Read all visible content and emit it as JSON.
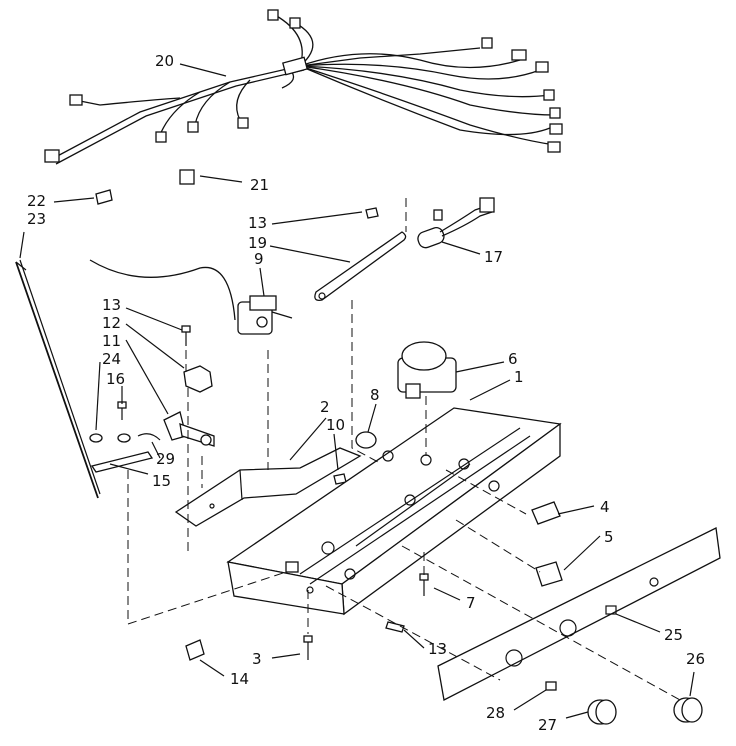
{
  "diagram": {
    "callouts": [
      {
        "id": "c20",
        "text": "20"
      },
      {
        "id": "c21",
        "text": "21"
      },
      {
        "id": "c22",
        "text": "22"
      },
      {
        "id": "c23",
        "text": "23"
      },
      {
        "id": "c13a",
        "text": "13"
      },
      {
        "id": "c19",
        "text": "19"
      },
      {
        "id": "c17",
        "text": "17"
      },
      {
        "id": "c9",
        "text": "9"
      },
      {
        "id": "c13b",
        "text": "13"
      },
      {
        "id": "c12",
        "text": "12"
      },
      {
        "id": "c11",
        "text": "11"
      },
      {
        "id": "c24",
        "text": "24"
      },
      {
        "id": "c16",
        "text": "16"
      },
      {
        "id": "c6",
        "text": "6"
      },
      {
        "id": "c1",
        "text": "1"
      },
      {
        "id": "c8",
        "text": "8"
      },
      {
        "id": "c2",
        "text": "2"
      },
      {
        "id": "c10",
        "text": "10"
      },
      {
        "id": "c29",
        "text": "29"
      },
      {
        "id": "c15",
        "text": "15"
      },
      {
        "id": "c4",
        "text": "4"
      },
      {
        "id": "c5",
        "text": "5"
      },
      {
        "id": "c7",
        "text": "7"
      },
      {
        "id": "c13c",
        "text": "13"
      },
      {
        "id": "c25",
        "text": "25"
      },
      {
        "id": "c26",
        "text": "26"
      },
      {
        "id": "c3",
        "text": "3"
      },
      {
        "id": "c14",
        "text": "14"
      },
      {
        "id": "c28",
        "text": "28"
      },
      {
        "id": "c27",
        "text": "27"
      }
    ]
  }
}
